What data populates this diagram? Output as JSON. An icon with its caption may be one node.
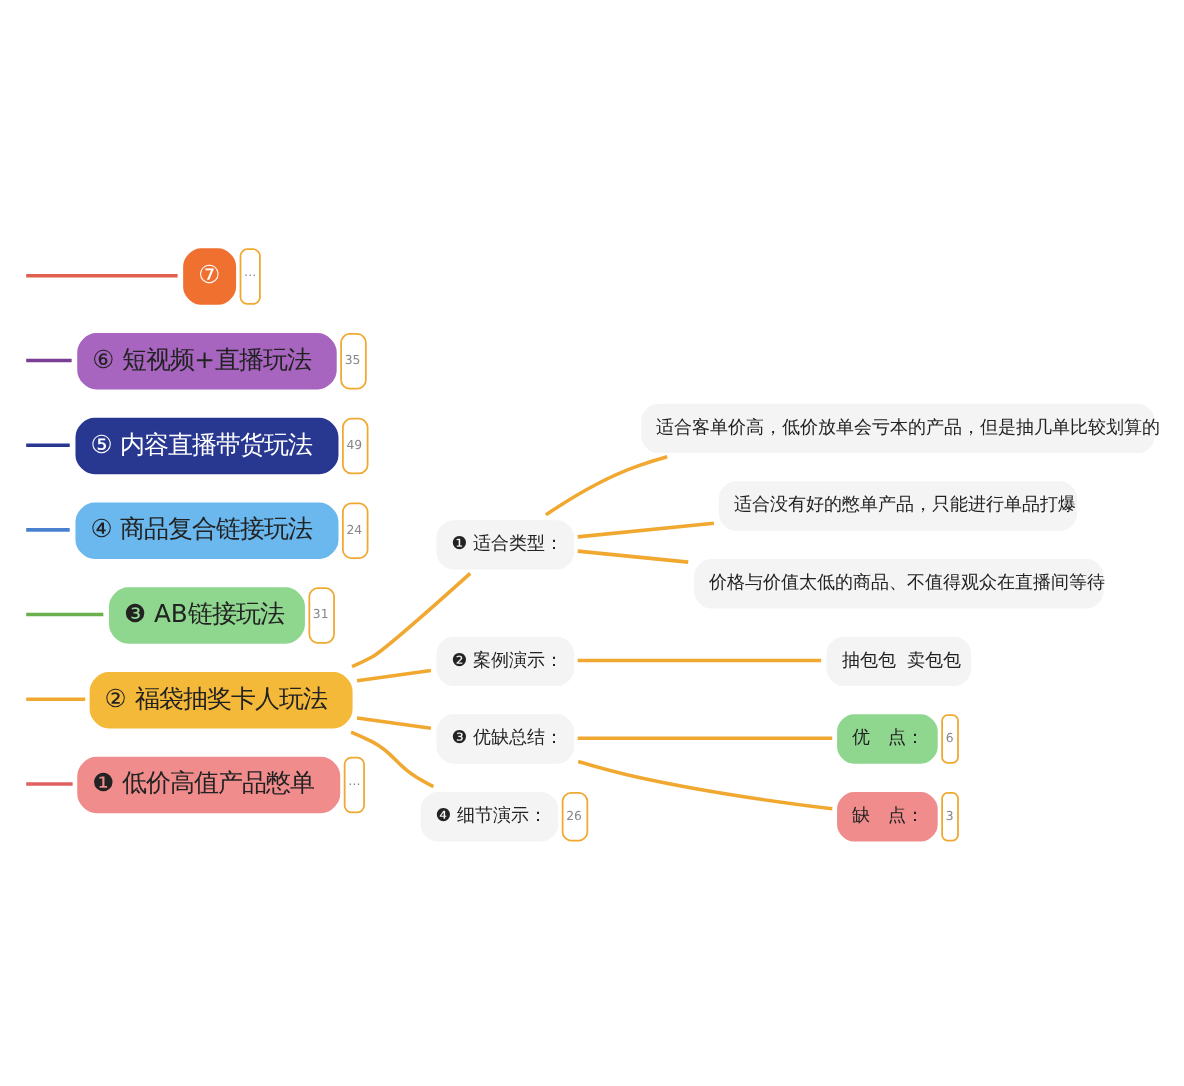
{
  "diagram": {
    "nodes": [
      {
        "text": [
          "❶ 低价高值产品憋单"
        ],
        "beside": [
          "⋯"
        ]
      },
      {
        "text": [
          "② 福袋抽奖卡人玩法"
        ]
      },
      {
        "text": [
          "❶ 适合类型："
        ]
      },
      {
        "text": [
          "适合客单价高，低价放单会亏本的产品，但是抽几单比较划算的"
        ]
      },
      {
        "text": [
          "适合没有好的憋单产品，只能进行单品打爆"
        ]
      },
      {
        "text": [
          "价格与价值太低的商品、不值得观众在直播间等待"
        ]
      },
      {
        "text": [
          "❷ 案例演示："
        ]
      },
      {
        "text": [
          "抽包包  卖包包"
        ]
      },
      {
        "text": [
          "❸ 优缺总结："
        ]
      },
      {
        "text": [
          "优　点："
        ],
        "beside": [
          "6"
        ]
      },
      {
        "text": [
          "缺　点："
        ],
        "beside": [
          "3"
        ]
      },
      {
        "text": [
          "❹ 细节演示："
        ],
        "beside": [
          "26"
        ]
      },
      {
        "text": [
          "❸ AB链接玩法"
        ],
        "beside": [
          "31"
        ]
      },
      {
        "text": [
          "④ 商品复合链接玩法"
        ],
        "beside": [
          "24"
        ]
      },
      {
        "text": [
          "⑤ 内容直播带货玩法"
        ],
        "beside": [
          "49"
        ]
      },
      {
        "text": [
          "⑥ 短视频+直播玩法"
        ],
        "beside": [
          "35"
        ]
      },
      {
        "text": [
          "⑦"
        ],
        "beside": [
          "⋯"
        ]
      }
    ],
    "edges": [
      {
        "from": null,
        "to": 0,
        "arrow": "none",
        "color": "#e06060"
      },
      {
        "from": null,
        "to": 1,
        "arrow": "none"
      },
      {
        "from": 1,
        "to": 2,
        "arrow": "none"
      },
      {
        "from": 2,
        "to": 3,
        "arrow": "none"
      },
      {
        "from": 2,
        "to": 4,
        "arrow": "none"
      },
      {
        "from": 2,
        "to": 5,
        "arrow": "none"
      },
      {
        "from": 1,
        "to": 6,
        "arrow": "none"
      },
      {
        "from": 6,
        "to": 7,
        "arrow": "none"
      },
      {
        "from": 1,
        "to": 8,
        "arrow": "none"
      },
      {
        "from": 8,
        "to": 9,
        "arrow": "none"
      },
      {
        "from": 8,
        "to": 10,
        "arrow": "none"
      },
      {
        "from": 1,
        "to": 11,
        "arrow": "none"
      },
      {
        "from": null,
        "to": 12,
        "arrow": "none",
        "color": "#6ab04c"
      },
      {
        "from": null,
        "to": 13,
        "arrow": "none",
        "color": "#4a80d0"
      },
      {
        "from": null,
        "to": 14,
        "arrow": "none",
        "color": "#283790"
      },
      {
        "from": null,
        "to": 15,
        "arrow": "none",
        "color": "#7a3f95"
      },
      {
        "from": null,
        "to": 16,
        "arrow": "none",
        "color": "#e06050"
      }
    ]
  }
}
